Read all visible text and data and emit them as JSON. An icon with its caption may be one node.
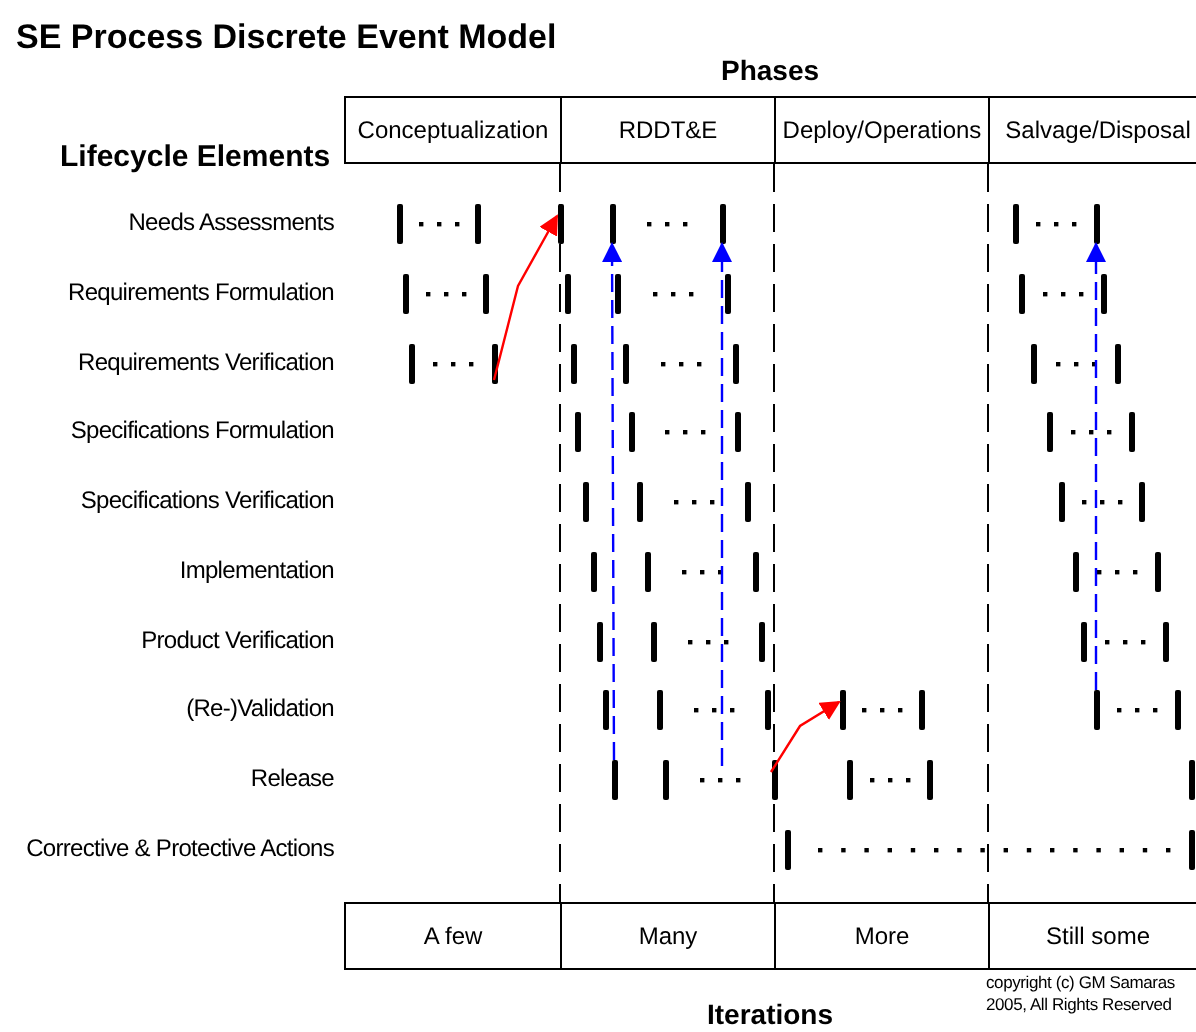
{
  "diagram": {
    "title": "SE Process Discrete Event Model",
    "nodes": [
      {
        "text": [
          "Conceptualization"
        ]
      },
      {
        "text": [
          "RDDT&E"
        ]
      },
      {
        "text": [
          "Deploy/Operations"
        ]
      },
      {
        "text": [
          "Salvage/Disposal"
        ]
      },
      {
        "text": [
          "A few"
        ]
      },
      {
        "text": [
          "Many"
        ]
      },
      {
        "text": [
          "More"
        ]
      },
      {
        "text": [
          "Still some"
        ]
      },
      {
        "text": [],
        "shape": "bar"
      },
      {
        "text": [],
        "shape": "bar"
      },
      {
        "text": [],
        "shape": "bar"
      },
      {
        "text": [],
        "shape": "bar"
      },
      {
        "text": [],
        "shape": "bar"
      },
      {
        "text": [],
        "shape": "bar"
      },
      {
        "text": [],
        "shape": "bar"
      },
      {
        "text": [],
        "shape": "bar"
      },
      {
        "text": [],
        "shape": "bar"
      }
    ],
    "edges": [
      {
        "from": 8,
        "to": 9,
        "arrow": "to",
        "color": "#ff0000"
      },
      {
        "from": 11,
        "to": 10,
        "arrow": "to",
        "style": "dashed"
      },
      {
        "from": null,
        "to": 16,
        "arrow": "to",
        "style": "dashed"
      },
      {
        "from": 13,
        "to": 12,
        "arrow": "to",
        "style": "dashed"
      },
      {
        "from": 14,
        "to": 15,
        "arrow": "to",
        "color": "#ff0000"
      }
    ],
    "labels": [
      "Phases",
      "Lifecycle Elements",
      "Needs Assessments",
      "Requirements Formulation",
      "Requirements Verification",
      "Specifications Formulation",
      "Specifications Verification",
      "Implementation",
      "Product Verification",
      "(Re-)Validation",
      "Release",
      "Corrective & Protective Actions",
      "Iterations",
      "copyright (c) GM Samaras 2005, All Rights Reserved"
    ]
  }
}
